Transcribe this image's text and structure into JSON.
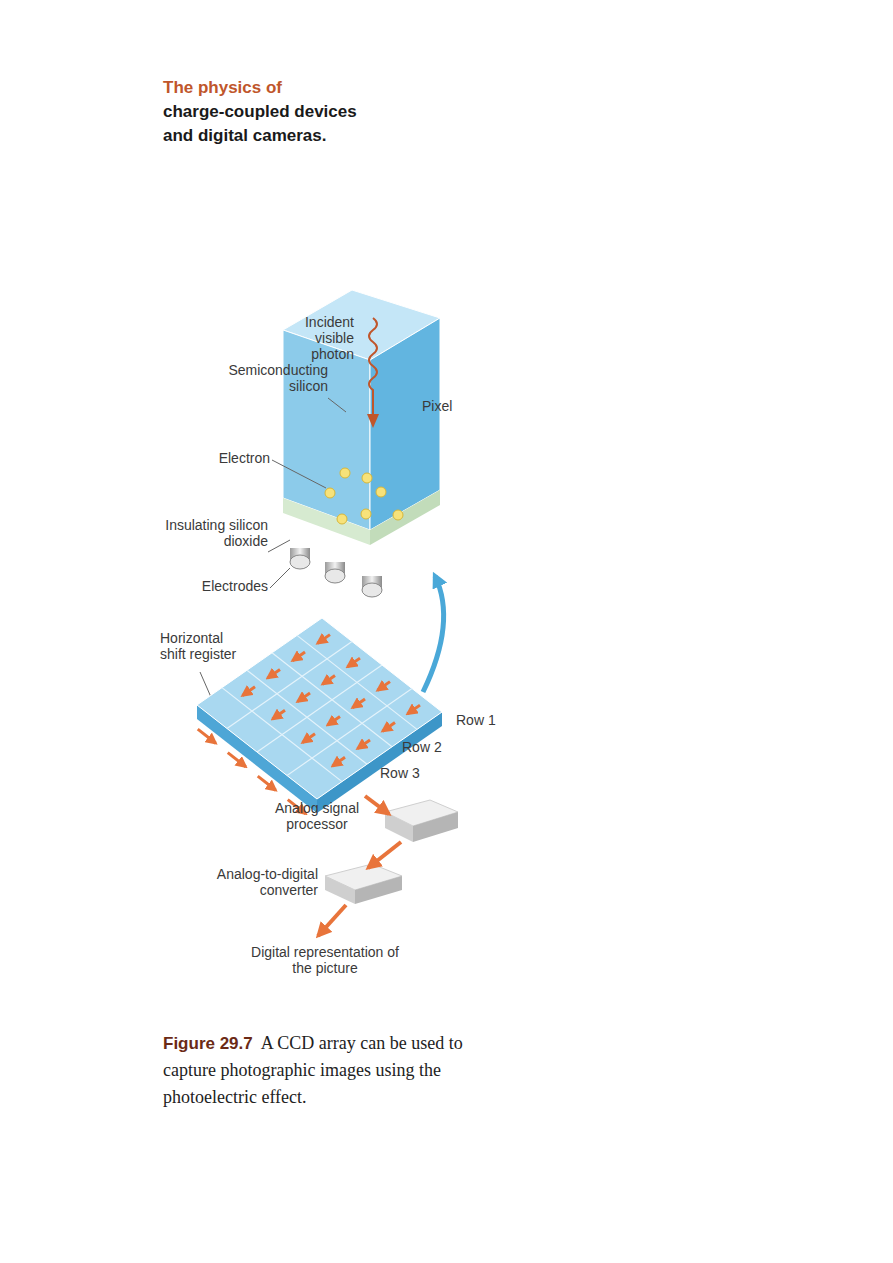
{
  "diagram": {
    "title": "The physics of",
    "caption": "A CCD array can be used to capture photographic images using the photoelectric effect.",
    "nodes": [
      {
        "text": [
          "Pixel"
        ]
      },
      {
        "text": [
          "Row 1",
          "Row 2",
          "Row 3"
        ]
      },
      {
        "text": [
          "Analog signal processor"
        ]
      },
      {
        "text": [
          "Analog-to-digital converter"
        ]
      }
    ],
    "edges": [
      {
        "from": 1,
        "to": 0,
        "arrow": "to"
      },
      {
        "from": 1,
        "to": 2,
        "arrow": "to"
      },
      {
        "from": 2,
        "to": 3,
        "arrow": "to"
      }
    ],
    "labels": [
      "charge-coupled devices and digital cameras.",
      "Incident visible photon",
      "Semiconducting silicon",
      "Electron",
      "Insulating silicon dioxide",
      "Electrodes",
      "Horizontal shift register",
      "Digital representation of the picture",
      "Figure 29.7"
    ]
  }
}
